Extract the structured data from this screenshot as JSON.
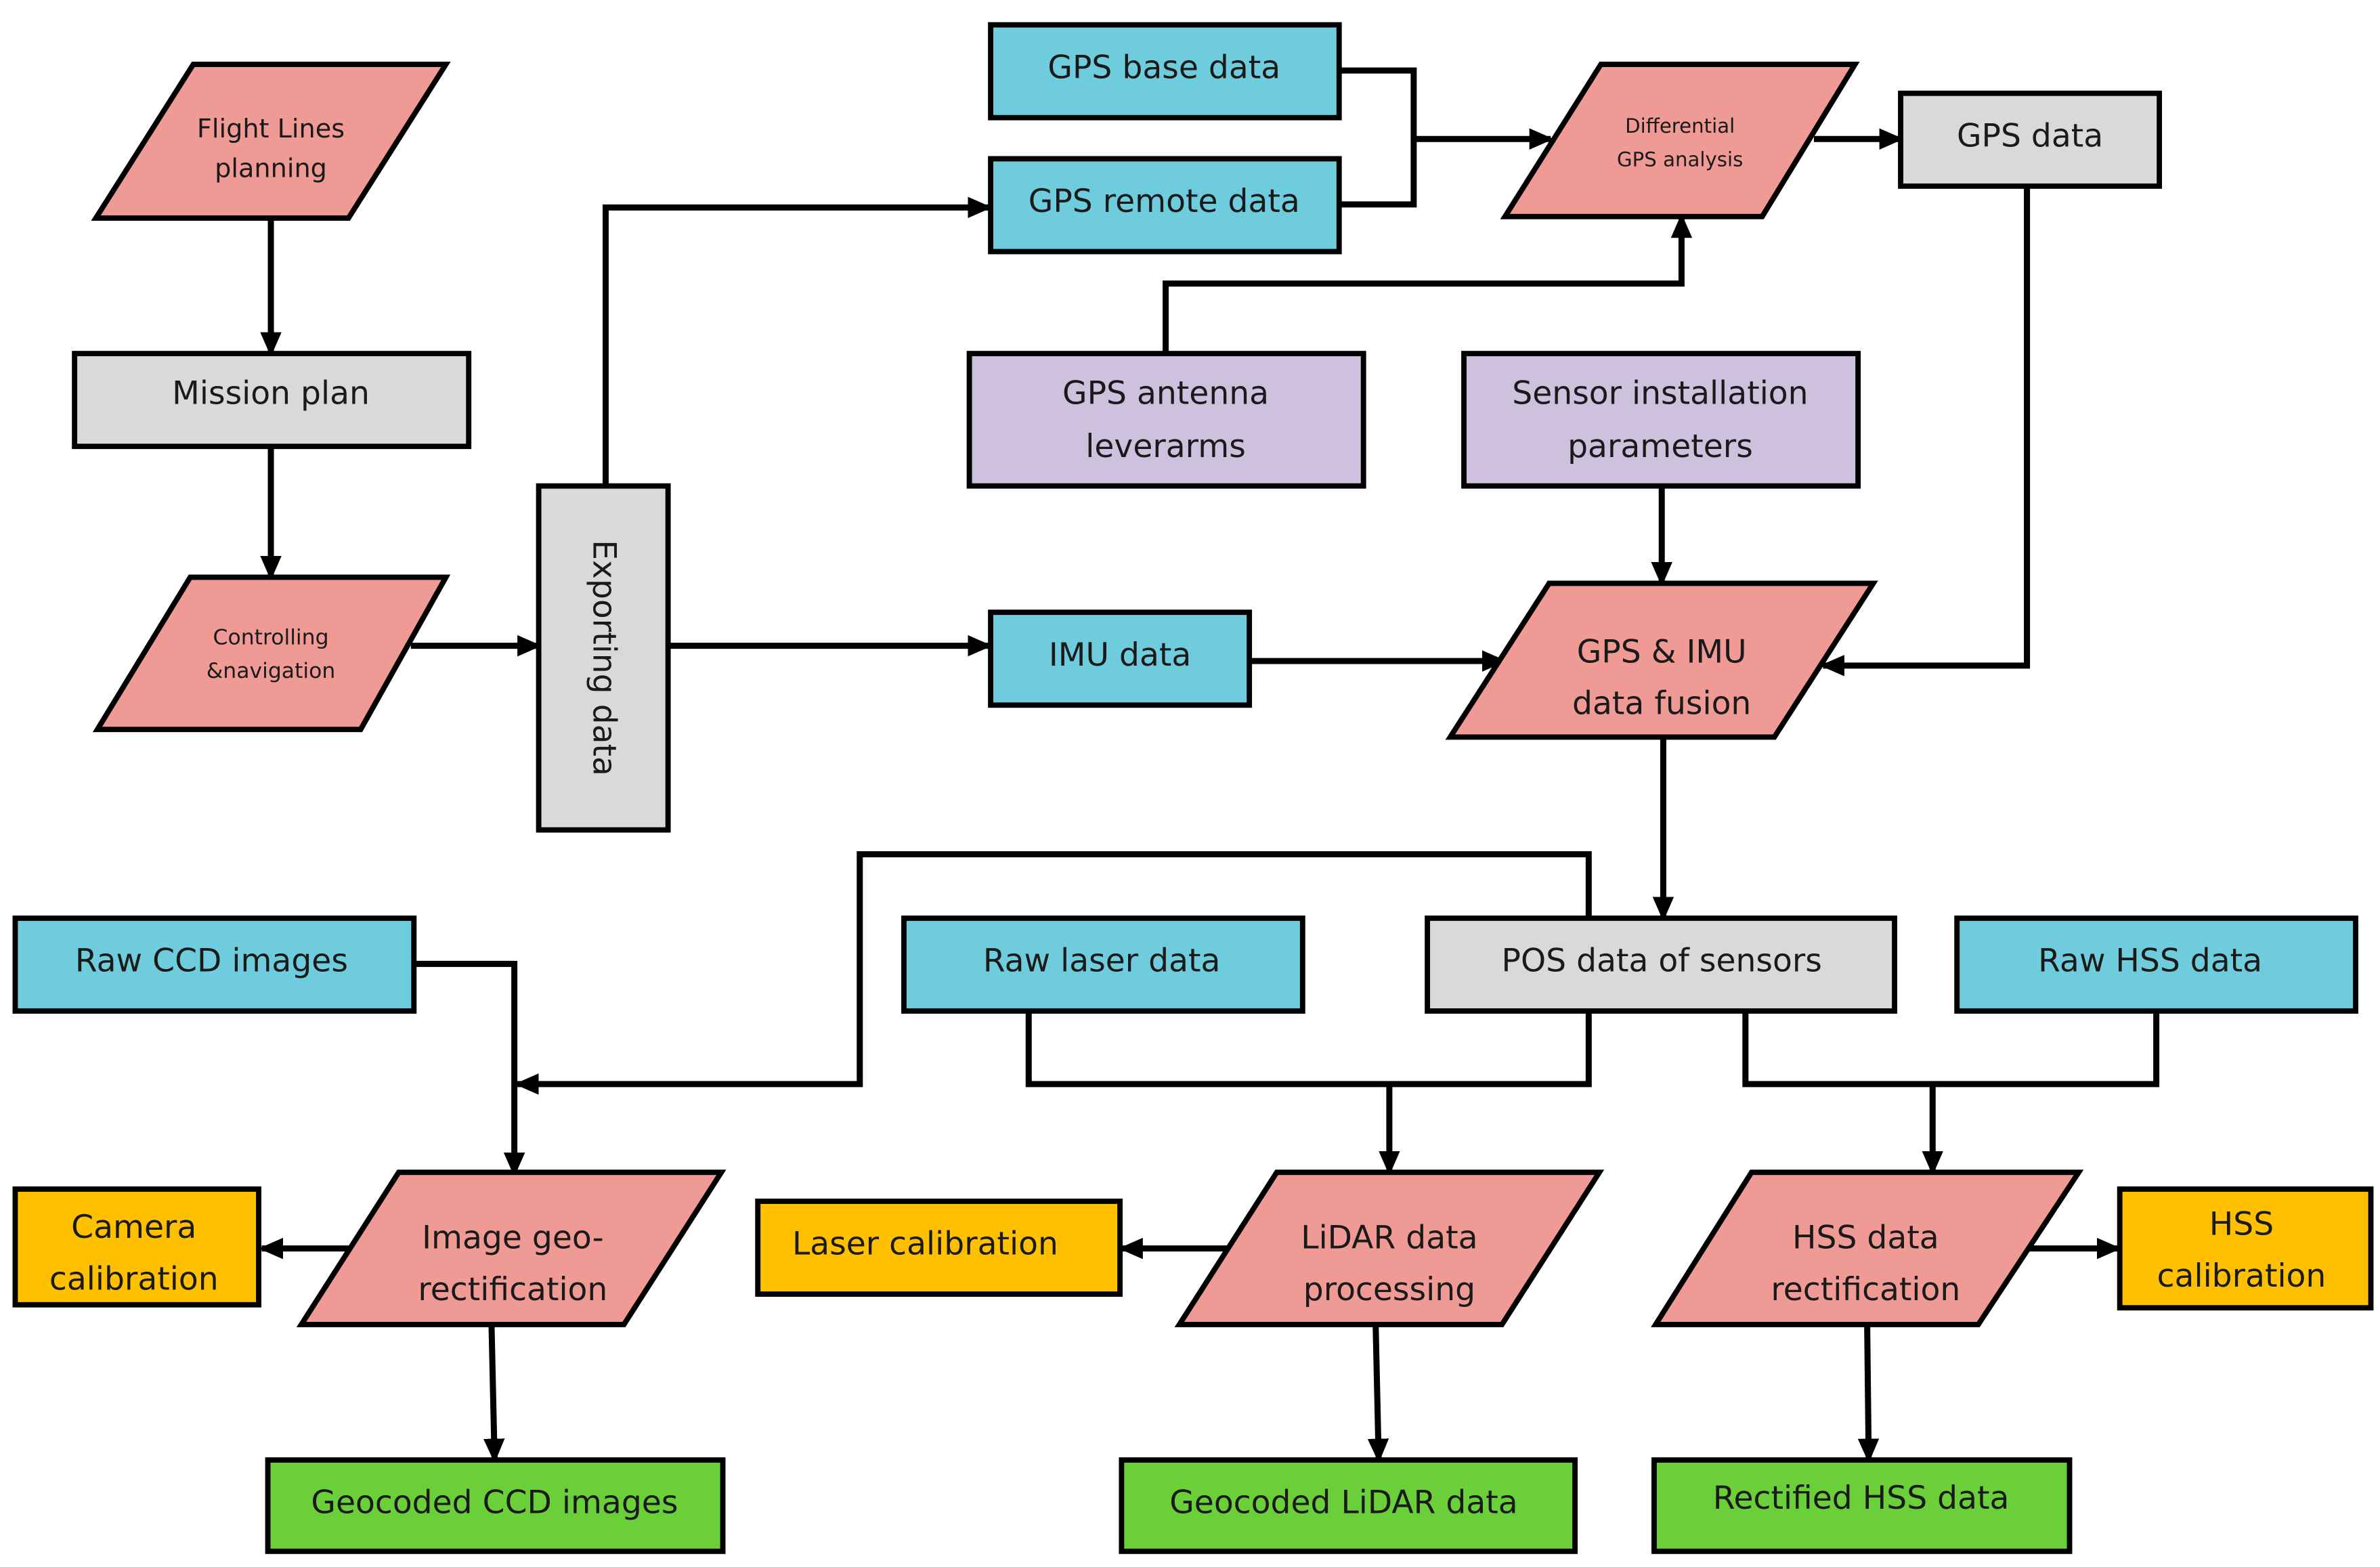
{
  "colors": {
    "pink": "#EF9A94",
    "gray": "#D9D9D9",
    "blue": "#6FCCDD",
    "purple": "#CEC1DD",
    "yellow": "#FFC000",
    "green": "#6BCF3A",
    "line": "#000000"
  },
  "nodes": {
    "flight_lines_planning": [
      "Flight Lines",
      "planning"
    ],
    "mission_plan": [
      "Mission plan"
    ],
    "controlling_navigation": [
      "Controlling",
      "&navigation"
    ],
    "exporting_data": [
      "Exporting data"
    ],
    "gps_base_data": [
      "GPS base data"
    ],
    "gps_remote_data": [
      "GPS remote  data"
    ],
    "differential_gps_analysis": [
      "Differential",
      "GPS analysis"
    ],
    "gps_data": [
      "GPS data"
    ],
    "gps_antenna_leverarms": [
      "GPS antenna",
      "leverarms"
    ],
    "sensor_installation_parameters": [
      "Sensor installation",
      "parameters"
    ],
    "imu_data": [
      "IMU data"
    ],
    "gps_imu_data_fusion": [
      "GPS & IMU",
      "data fusion"
    ],
    "pos_data_of_sensors": [
      "POS data of sensors"
    ],
    "raw_ccd_images": [
      "Raw CCD images"
    ],
    "raw_laser_data": [
      "Raw laser data"
    ],
    "raw_hss_data": [
      "Raw HSS data"
    ],
    "camera_calibration": [
      "Camera",
      "calibration"
    ],
    "image_geo_rectification": [
      "Image geo-",
      "rectification"
    ],
    "laser_calibration": [
      "Laser calibration"
    ],
    "lidar_data_processing": [
      "LiDAR data",
      "processing"
    ],
    "hss_data_rectification": [
      "HSS data",
      "rectification"
    ],
    "hss_calibration": [
      "HSS",
      "calibration"
    ],
    "geocoded_ccd_images": [
      "Geocoded CCD images"
    ],
    "geocoded_lidar_data": [
      "Geocoded LiDAR data"
    ],
    "rectified_hss_data": [
      "Rectified HSS data"
    ]
  }
}
